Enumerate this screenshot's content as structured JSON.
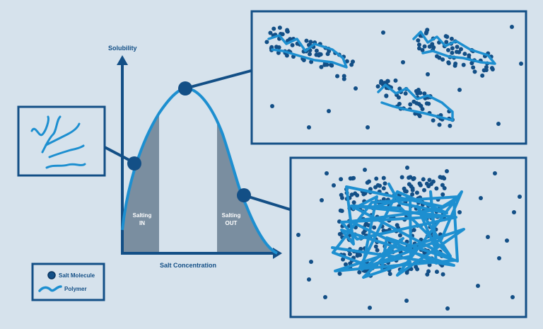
{
  "axes": {
    "y_label": "Solubility",
    "x_label": "Salt Concentration"
  },
  "regions": {
    "salting_in": [
      "Salting",
      "IN"
    ],
    "salting_out": [
      "Salting",
      "OUT"
    ]
  },
  "legend": {
    "salt": "Salt Molecule",
    "polymer": "Polymer"
  },
  "colors": {
    "background": "#d6e2ec",
    "dark_blue": "#134f86",
    "light_blue": "#1d8fd0",
    "gray": "#7a8ea0"
  }
}
